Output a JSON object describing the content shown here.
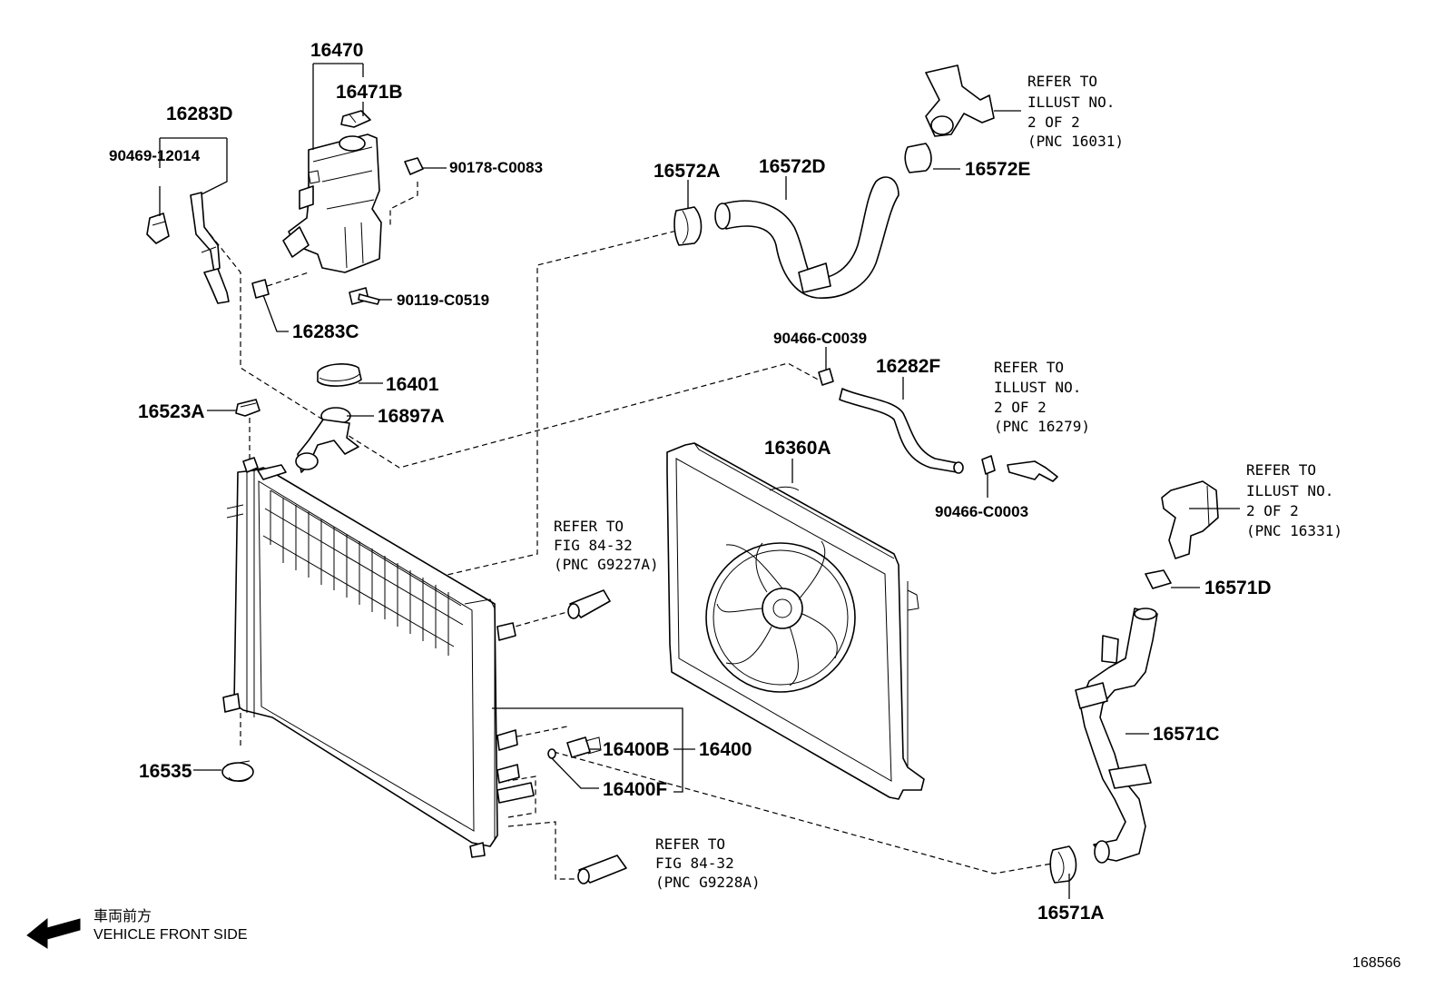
{
  "labels": {
    "p16470": "16470",
    "p16471B": "16471B",
    "p16283D": "16283D",
    "p90469_12014": "90469-12014",
    "p90178_C0083": "90178-C0083",
    "p90119_C0519": "90119-C0519",
    "p16283C": "16283C",
    "p16401": "16401",
    "p16897A": "16897A",
    "p16523A": "16523A",
    "p16535": "16535",
    "p16572A": "16572A",
    "p16572D": "16572D",
    "p16572E": "16572E",
    "p90466_C0039": "90466-C0039",
    "p16282F": "16282F",
    "p90466_C0003": "90466-C0003",
    "p16360A": "16360A",
    "p16571D": "16571D",
    "p16571C": "16571C",
    "p16571A": "16571A",
    "p16400B": "16400B",
    "p16400": "16400",
    "p16400F": "16400F"
  },
  "refs": {
    "ref_16031": [
      "REFER TO",
      "ILLUST NO.",
      "2 OF 2",
      "(PNC 16031)"
    ],
    "ref_16279": [
      "REFER TO",
      "ILLUST NO.",
      "2 OF 2",
      "(PNC 16279)"
    ],
    "ref_16331": [
      "REFER TO",
      "ILLUST NO.",
      "2 OF 2",
      "(PNC 16331)"
    ],
    "ref_g9227a": [
      "REFER TO",
      "FIG 84-32",
      "(PNC G9227A)"
    ],
    "ref_g9228a": [
      "REFER TO",
      "FIG 84-32",
      "(PNC G9228A)"
    ]
  },
  "footer": {
    "direction_jp": "車両前方",
    "direction_en": "VEHICLE FRONT SIDE",
    "illustration_number": "168566"
  }
}
